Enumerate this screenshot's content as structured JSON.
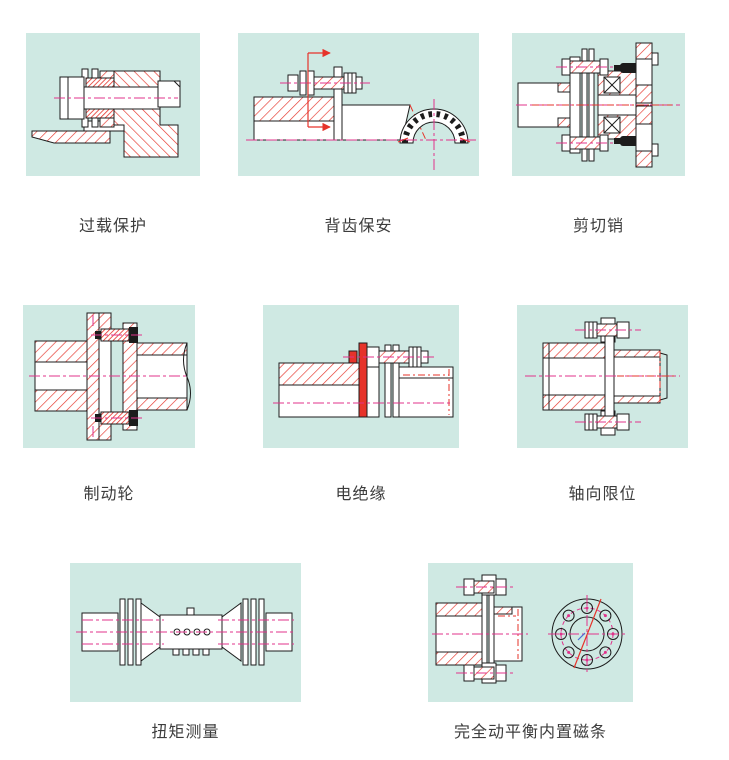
{
  "page": {
    "background": "#ffffff"
  },
  "colors": {
    "panel_background": "#cfe9e3",
    "outline_black": "#1c1c1c",
    "hatch_red": "#e6332a",
    "centerline_magenta": "#e0338b",
    "label_text": "#3c3c3c"
  },
  "panels": [
    {
      "key": "overload-protection",
      "label": "过载保护"
    },
    {
      "key": "gear-backlash-safety",
      "label": "背齿保安"
    },
    {
      "key": "shear-pin",
      "label": "剪切销"
    },
    {
      "key": "brake-wheel",
      "label": "制动轮"
    },
    {
      "key": "electrical-insulation",
      "label": "电绝缘"
    },
    {
      "key": "axial-limit",
      "label": "轴向限位"
    },
    {
      "key": "torque-measurement",
      "label": "扭矩测量"
    },
    {
      "key": "dynamic-balance-magnet-strip",
      "label": "完全动平衡内置磁条"
    }
  ]
}
